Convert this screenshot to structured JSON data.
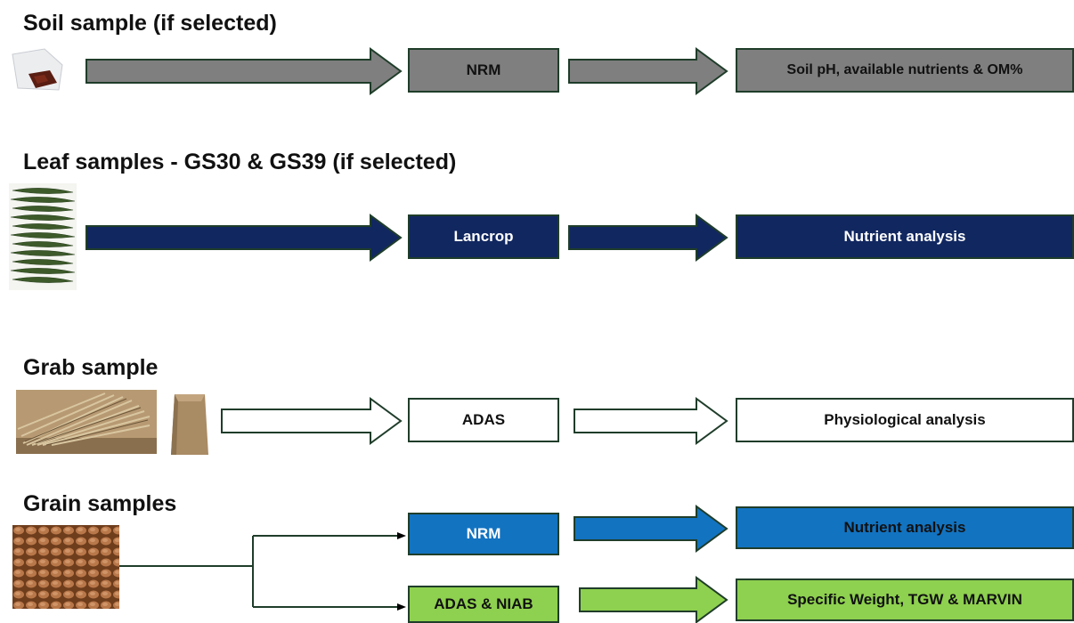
{
  "rows": {
    "soil": {
      "heading": "Soil sample (if selected)",
      "provider": "NRM",
      "analysis": "Soil pH, available nutrients & OM%",
      "color": "#7f7f7f"
    },
    "leaf": {
      "heading": "Leaf samples - GS30 & GS39 (if selected)",
      "provider": "Lancrop",
      "analysis": "Nutrient analysis",
      "color": "#112760"
    },
    "grab": {
      "heading": "Grab sample",
      "provider": "ADAS",
      "analysis": "Physiological analysis",
      "color": "#ffffff"
    },
    "grain": {
      "heading": "Grain samples",
      "branch_top": {
        "provider": "NRM",
        "analysis": "Nutrient analysis",
        "color": "#1273c1"
      },
      "branch_bottom": {
        "provider": "ADAS & NIAB",
        "analysis": "Specific Weight, TGW & MARVIN",
        "color": "#8ed04f"
      }
    }
  },
  "icons": [
    "soil-bag-icon",
    "leaf-sample-icon",
    "grab-sample-straw-icon",
    "paper-bag-icon",
    "wheat-grain-icon"
  ]
}
